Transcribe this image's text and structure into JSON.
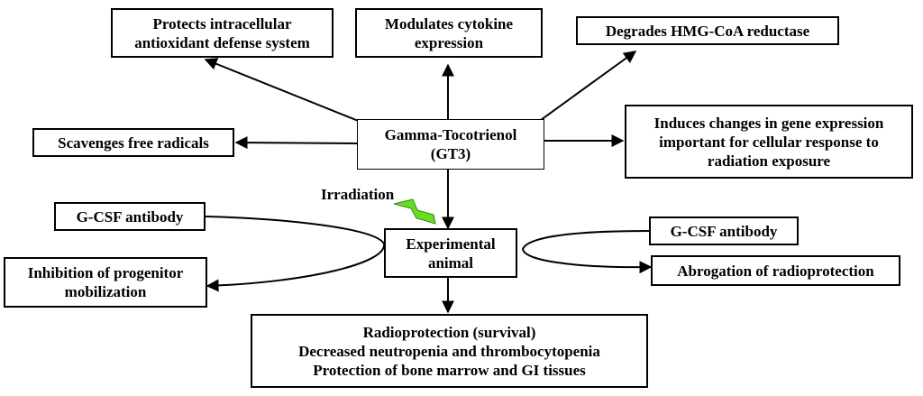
{
  "center": {
    "line1": "Gamma-Tocotrienol",
    "line2": "(GT3)"
  },
  "effects": {
    "antioxidant": {
      "line1": "Protects intracellular",
      "line2": "antioxidant defense system"
    },
    "cytokine": {
      "line1": "Modulates cytokine",
      "line2": "expression"
    },
    "hmg": {
      "line1": "Degrades HMG-CoA reductase"
    },
    "scavenges": {
      "line1": "Scavenges free radicals"
    },
    "gene": {
      "line1": "Induces changes in gene expression",
      "line2": "important for cellular response to",
      "line3": "radiation exposure"
    }
  },
  "irradiation": {
    "label": "Irradiation",
    "icon": "lightning-bolt-icon",
    "color": "#66dd22"
  },
  "animal": {
    "line1": "Experimental",
    "line2": "animal"
  },
  "left_branch": {
    "antibody": "G-CSF antibody",
    "result_line1": "Inhibition of progenitor",
    "result_line2": "mobilization"
  },
  "right_branch": {
    "antibody": "G-CSF antibody",
    "result": "Abrogation of radioprotection"
  },
  "outcome": {
    "line1": "Radioprotection (survival)",
    "line2": "Decreased neutropenia and thrombocytopenia",
    "line3": "Protection of bone marrow and GI tissues"
  }
}
